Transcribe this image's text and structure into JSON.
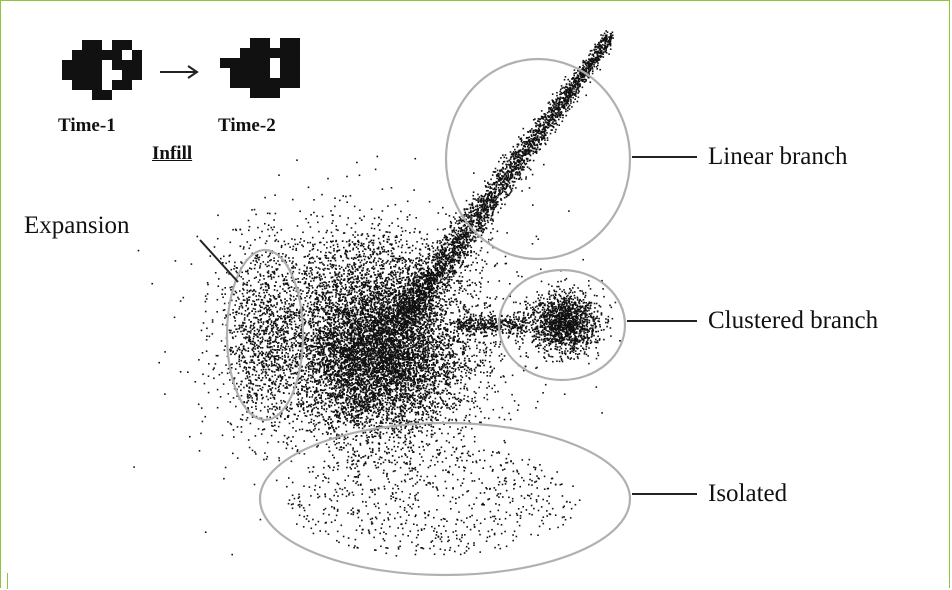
{
  "labels": {
    "time1": "Time-1",
    "time2": "Time-2",
    "infill": "Infill",
    "expansion": "Expansion",
    "linear_branch": "Linear branch",
    "clustered_branch": "Clustered branch",
    "isolated": "Isolated"
  },
  "colors": {
    "frame": "#8cc63f",
    "ellipse": "#b0b0b0",
    "points": "#111111",
    "line": "#222222"
  }
}
